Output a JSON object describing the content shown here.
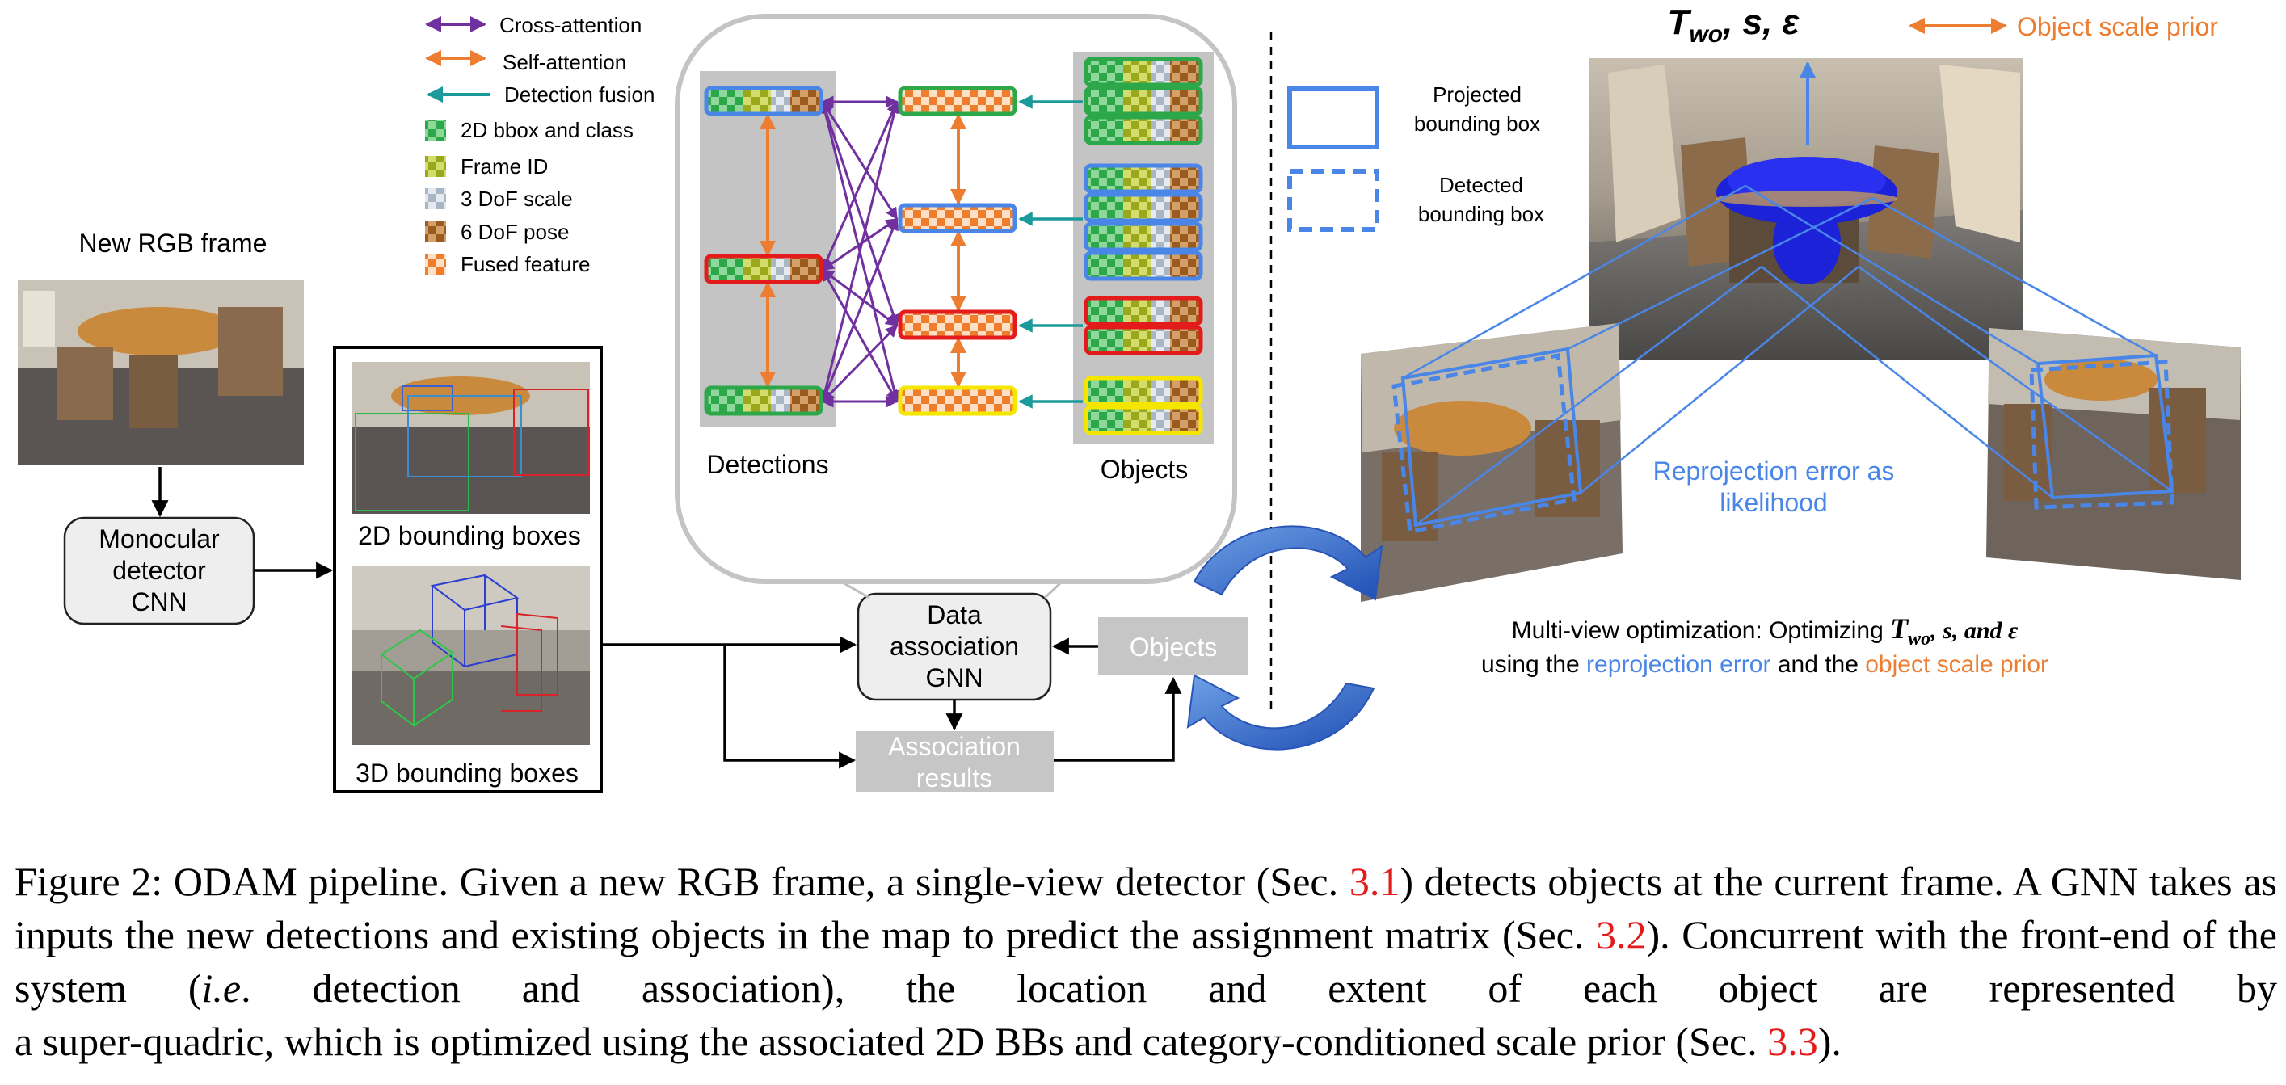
{
  "figure": {
    "legend": {
      "cross_attention": "Cross-attention",
      "self_attention": "Self-attention",
      "detection_fusion": "Detection fusion",
      "bbox_class": "2D bbox and class",
      "frame_id": "Frame ID",
      "dof_scale": "3 DoF scale",
      "dof_pose": "6 DoF pose",
      "fused_feature": "Fused feature"
    },
    "frontend": {
      "new_rgb_frame": "New RGB frame",
      "detector": [
        "Monocular",
        "detector",
        "CNN"
      ],
      "bboxes_2d": "2D bounding boxes",
      "bboxes_3d": "3D bounding boxes",
      "gnn": [
        "Data",
        "association",
        "GNN"
      ],
      "objects": "Objects",
      "association_results": [
        "Association",
        "results"
      ]
    },
    "gnn_detail": {
      "detections": "Detections",
      "objects": "Objects"
    },
    "backend": {
      "title_math": "T",
      "title_sub": "wo",
      "title_rest": ", s, ε",
      "scale_prior": "Object scale prior",
      "projected_bbox": [
        "Projected",
        "bounding box"
      ],
      "detected_bbox": [
        "Detected",
        "bounding box"
      ],
      "reprojection": [
        "Reprojection error as",
        "likelihood"
      ],
      "mv_line1_pre": "Multi-view optimization: Optimizing ",
      "mv_line1_math": "T",
      "mv_line1_sub": "wo",
      "mv_line1_post": ", s, and ε",
      "mv_line2_pre": "using the ",
      "mv_line2_blue": "reprojection error",
      "mv_line2_mid": " and the ",
      "mv_line2_orange": "object scale prior"
    },
    "colors": {
      "purple": "#7030a0",
      "orange": "#ed7d31",
      "teal": "#1a9a9a",
      "blue": "#4a86e8",
      "red": "#e31b1b",
      "green": "#2ca84a",
      "yellow": "#f5e600",
      "gray": "#c8c8c8"
    }
  },
  "caption": {
    "p1": "Figure 2: ODAM pipeline. Given a new RGB frame, a single-view detector (Sec.",
    "r1": "3.1",
    "p2": ") detects objects at the current frame. A GNN takes as inputs the new detections and existing objects in the map to predict the assignment matrix (Sec.",
    "r2": "3.2",
    "p3": "). Concurrent with the front-end of the system (",
    "ie": "i.e",
    "p4": ". detection and association), the location and extent of each object are represented by",
    "p5": "a super-quadric, which is optimized using the associated 2D BBs and category-conditioned scale prior (Sec.",
    "r3": "3.3",
    "p6": ")."
  }
}
